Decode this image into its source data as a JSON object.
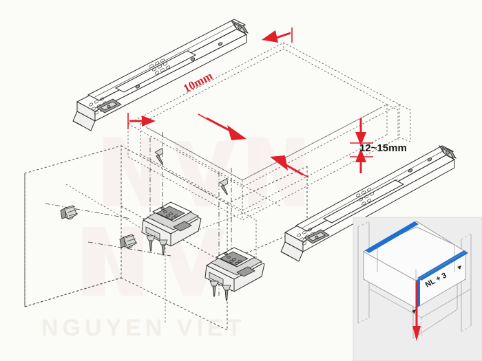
{
  "diagram": {
    "title": "Drawer slide installation diagram",
    "background_color": "#fbfbf8",
    "accent_red": "#e0202a",
    "accent_blue": "#1f6fd0",
    "labels": {
      "top_clearance": "10mm",
      "bottom_clearance": "12~15mm",
      "inset_length": "NL + 3"
    },
    "watermark": {
      "brand": "NGUYEN VIET",
      "color": "#f2efe9"
    },
    "parts": [
      {
        "name": "slide-rail-upper-left",
        "label": "Drawer slide rail (upper left)"
      },
      {
        "name": "slide-rail-lower-right",
        "label": "Drawer slide rail (lower right)"
      },
      {
        "name": "drawer-box-outline",
        "label": "Drawer box (dashed outline)"
      },
      {
        "name": "cabinet-panel-outline",
        "label": "Cabinet side panel (dashed outline)"
      },
      {
        "name": "mounting-bracket-front",
        "label": "Front mounting bracket"
      },
      {
        "name": "mounting-bracket-rear",
        "label": "Rear mounting bracket"
      },
      {
        "name": "dowel-pin-upper",
        "label": "Dowel pin (upper)"
      },
      {
        "name": "dowel-pin-lower",
        "label": "Dowel pin (lower)"
      },
      {
        "name": "screw-set",
        "label": "Mounting screws"
      },
      {
        "name": "inset-drawer-detail",
        "label": "Installed drawer detail view"
      }
    ],
    "dimension_arrows": [
      {
        "name": "arrow-top-right",
        "points_to": "drawer-box-rear-top"
      },
      {
        "name": "arrow-top-left",
        "points_to": "drawer-box-front-left"
      },
      {
        "name": "arrow-mid",
        "points_to": "drawer-box-bottom-left"
      },
      {
        "name": "arrow-lower",
        "points_to": "drawer-box-bottom-right"
      },
      {
        "name": "arrow-right-down",
        "points_to": "drawer-bottom-clearance"
      },
      {
        "name": "arrow-right-up",
        "points_to": "drawer-bottom-clearance"
      },
      {
        "name": "arrow-inset-down",
        "points_to": "inset-drawer-depth"
      }
    ]
  }
}
